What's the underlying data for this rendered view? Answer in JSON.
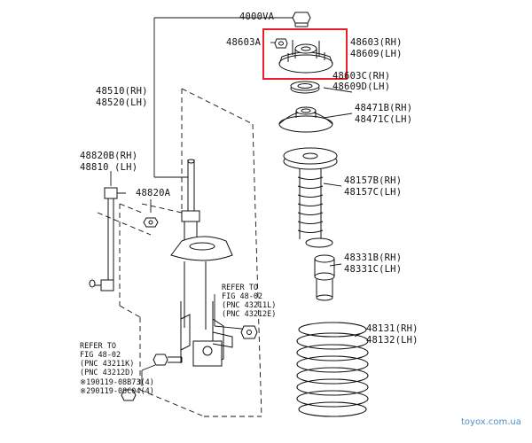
{
  "diagram": {
    "highlight_color": "#e8202a",
    "line_color": "#111111",
    "watermark": "toyox.com.ua",
    "labels": {
      "part_4000va": "4000VA",
      "part_48603a": "48603A",
      "part_48603_rh": "48603(RH)",
      "part_48609_lh": "48609(LH)",
      "part_48603c_rh": "48603C(RH)",
      "part_48609d_lh": "48609D(LH)",
      "part_48510_rh": "48510(RH)",
      "part_48520_lh": "48520(LH)",
      "part_48471b_rh": "48471B(RH)",
      "part_48471c_lh": "48471C(LH)",
      "part_48820b_rh": "48820B(RH)",
      "part_48810_lh": "48810 (LH)",
      "part_48157b_rh": "48157B(RH)",
      "part_48157c_lh": "48157C(LH)",
      "part_48820a": "48820A",
      "part_48331b_rh": "48331B(RH)",
      "part_48331c_lh": "48331C(LH)",
      "part_48131_rh": "48131(RH)",
      "part_48132_lh": "48132(LH)",
      "ref1_line1": "REFER TO",
      "ref1_line2": "FIG 48-02",
      "ref1_line3": "(PNC 43211L)",
      "ref1_line4": "(PNC 43212E)",
      "ref2_line1": "REFER TO",
      "ref2_line2": "FIG 48-02",
      "ref2_line3": "(PNC 43211K)",
      "ref2_line4": "(PNC 43212D)",
      "bolt1": "※190119-08B73(4)",
      "bolt2": "※290119-08C04(4)"
    }
  }
}
